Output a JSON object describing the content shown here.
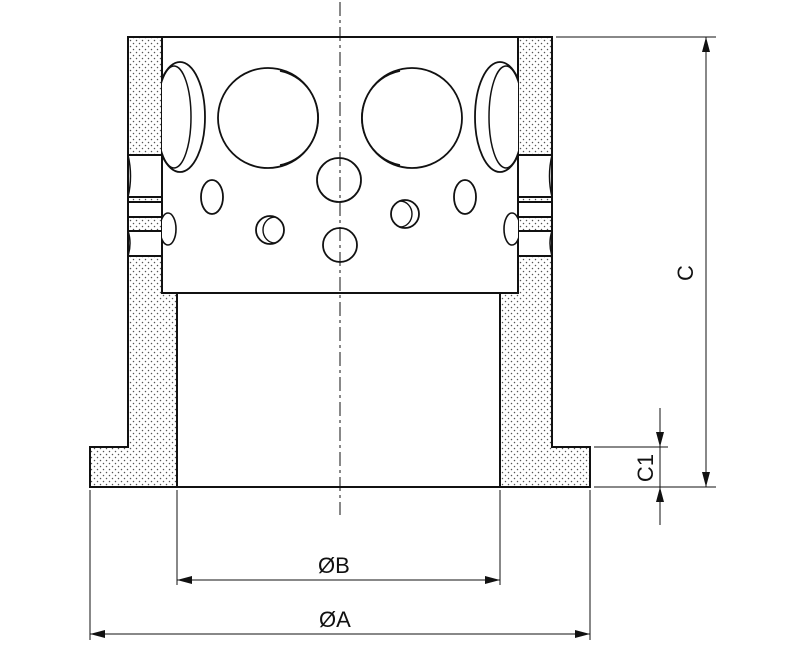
{
  "dimensions": {
    "outer_diameter": "ØA",
    "inner_diameter": "ØB",
    "height": "C",
    "flange_height": "C1"
  },
  "colors": {
    "line": "#111111",
    "hatch_dot": "#555555",
    "background": "#ffffff"
  }
}
